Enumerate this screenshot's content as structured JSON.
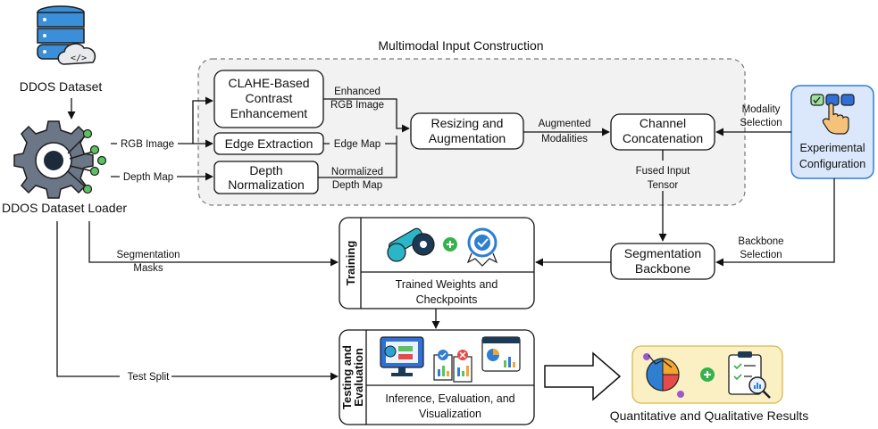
{
  "title": "Multimodal Input Construction",
  "dataset": {
    "label": "DDOS Dataset"
  },
  "loader": {
    "label": "DDOS Dataset Loader"
  },
  "edges": {
    "rgb_image": "RGB Image",
    "depth_map": "Depth Map",
    "enhanced_1": "Enhanced",
    "enhanced_2": "RGB Image",
    "edge_map": "Edge Map",
    "normalized_1": "Normalized",
    "normalized_2": "Depth Map",
    "augmented_1": "Augmented",
    "augmented_2": "Modalities",
    "fused_1": "Fused Input",
    "fused_2": "Tensor",
    "modality_1": "Modality",
    "modality_2": "Selection",
    "backbone_sel_1": "Backbone",
    "backbone_sel_2": "Selection",
    "seg_masks_1": "Segmentation",
    "seg_masks_2": "Masks",
    "test_split": "Test Split"
  },
  "nodes": {
    "clahe_1": "CLAHE-Based",
    "clahe_2": "Contrast",
    "clahe_3": "Enhancement",
    "edge_extraction": "Edge Extraction",
    "depth_norm_1": "Depth",
    "depth_norm_2": "Normalization",
    "resize_1": "Resizing and",
    "resize_2": "Augmentation",
    "concat_1": "Channel",
    "concat_2": "Concatenation",
    "experimental_1": "Experimental",
    "experimental_2": "Configuration",
    "segbackbone_1": "Segmentation",
    "segbackbone_2": "Backbone"
  },
  "training": {
    "side_label": "Training",
    "caption_1": "Trained Weights and",
    "caption_2": "Checkpoints"
  },
  "testing": {
    "side_label_1": "Testing and",
    "side_label_2": "Evaluation",
    "caption": "Inference, Evaluation, and",
    "caption_2": "Visualization"
  },
  "results": {
    "label": "Quantitative and Qualitative Results"
  },
  "colors": {
    "accent_blue": "#2f7fd1",
    "config_fill": "#dbe8fb",
    "results_fill": "#fbefc4",
    "region_fill": "#f2f2f2",
    "plus_green": "#36b24a"
  }
}
